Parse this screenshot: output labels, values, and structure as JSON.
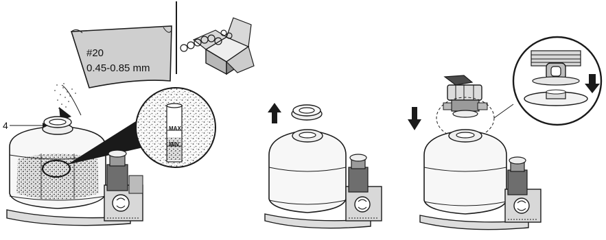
{
  "bag": {
    "grade": "#20",
    "size_range": "0.45-0.85 mm"
  },
  "callout": {
    "label": "4"
  },
  "gauge": {
    "max_label": "MAX",
    "min_label": "MIN"
  },
  "icons": {
    "step1": [
      "sand-bag-icon",
      "box-of-parts-icon",
      "magnifier-circle-icon",
      "pointing-arrow-icon"
    ],
    "step2": [
      "arrow-up-icon",
      "tank-lid-icon"
    ],
    "step3": [
      "arrow-down-icon",
      "multiport-valve-icon",
      "zoom-detail-icon"
    ]
  },
  "colors": {
    "line": "#1a1a1a",
    "bag": "#cfcfcf",
    "box": "#b8b8b8",
    "sand": "#555555"
  }
}
